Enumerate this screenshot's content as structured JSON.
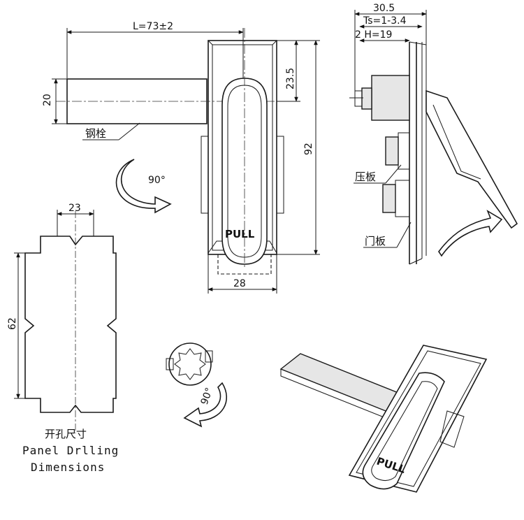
{
  "front_view": {
    "length_label": "L=73±2",
    "bar_height_label": "20",
    "top_offset_label": "23.5",
    "height_label": "92",
    "width_label": "28",
    "bar_name": "钢栓",
    "rotation_label": "90°",
    "handle_text": "PULL"
  },
  "side_view": {
    "overall_label": "30.5",
    "ts_label": "Ts=1-3.4",
    "h_label": "2  H=19",
    "pressure_plate": "压板",
    "door_plate": "门板"
  },
  "cutout": {
    "width_label": "23",
    "height_label": "62",
    "title_cn": "开孔尺寸",
    "title_en_1": "Panel Drlling",
    "title_en_2": "Dimensions"
  },
  "cam_view": {
    "rotation_label": "90°"
  },
  "iso_view": {
    "handle_text": "PULL"
  }
}
